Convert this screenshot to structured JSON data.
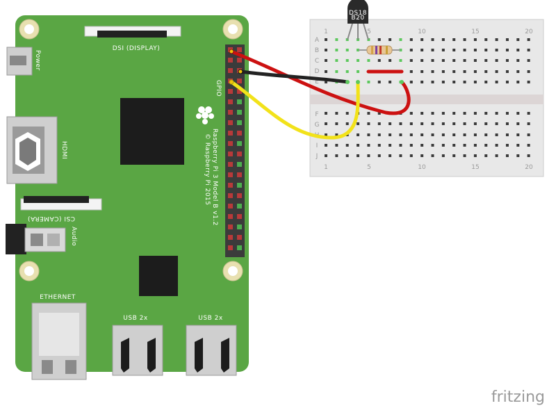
{
  "board": {
    "power_label": "Power",
    "display_label": "DSI (DISPLAY)",
    "hdmi_label": "HDMI",
    "camera_label": "CSI (CAMERA)",
    "audio_label": "Audio",
    "gpio_label": "GPIO",
    "ethernet_label": "ETHERNET",
    "usb_label_1": "USB 2x",
    "usb_label_2": "USB 2x",
    "model_text_1": "Raspberry Pi 3 Model B v1.2",
    "model_text_2": "© Raspberry Pi 2015"
  },
  "breadboard": {
    "rows_top": [
      "A",
      "B",
      "C",
      "D",
      "E"
    ],
    "rows_bottom": [
      "F",
      "G",
      "H",
      "I",
      "J"
    ],
    "column_numbers": [
      "1",
      "5",
      "10",
      "15",
      "20"
    ]
  },
  "sensor": {
    "label_line1": "DS18",
    "label_line2": "B20"
  },
  "wires": {
    "red_color": "#cc1111",
    "black_color": "#222222",
    "yellow_color": "#f2e21a"
  },
  "colors": {
    "pcb_green": "#5aa644",
    "breadboard": "#e8e8e8"
  },
  "brand": {
    "logo_text": "fritzing"
  }
}
